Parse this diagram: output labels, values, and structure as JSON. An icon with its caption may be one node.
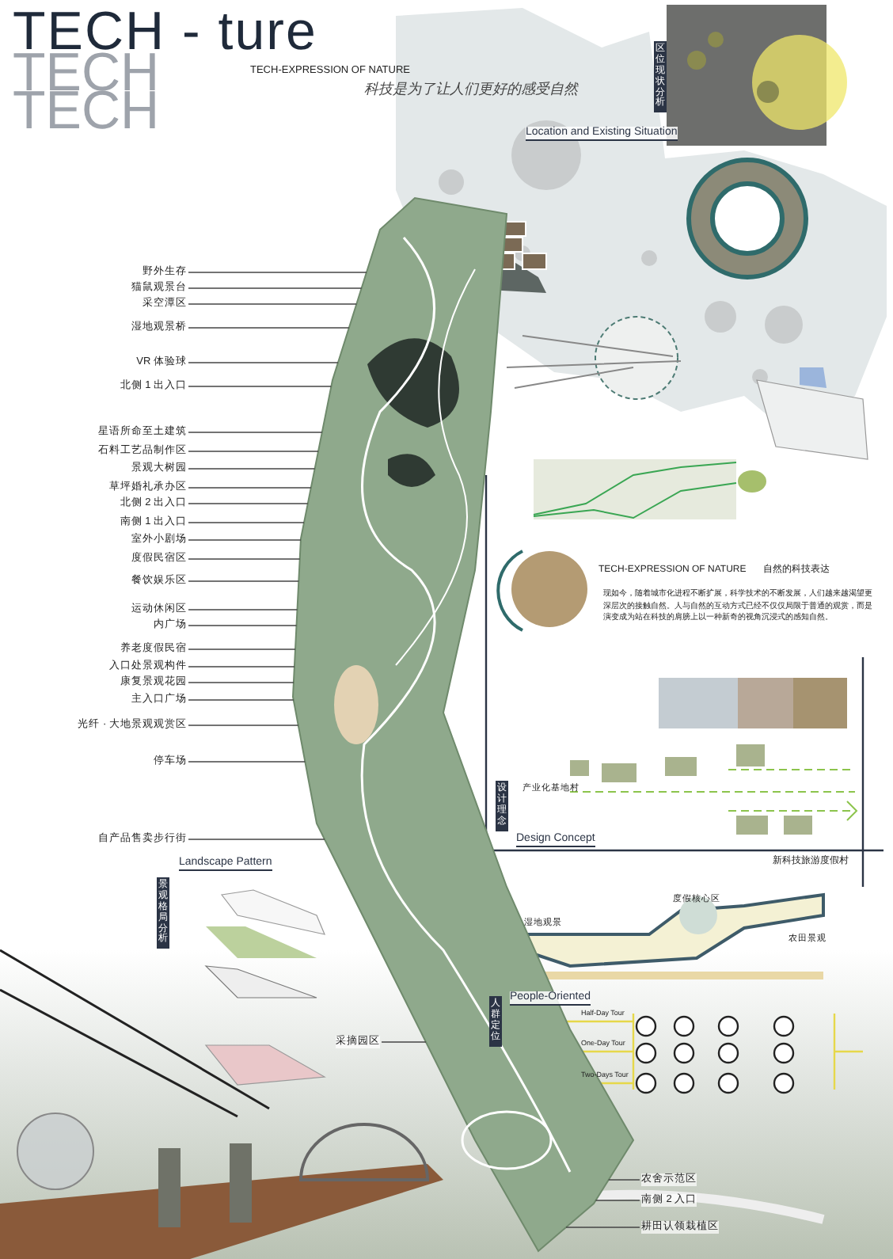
{
  "diagram": {
    "title": "TECH - ture",
    "nodes": [
      {
        "text": [],
        "shape": "picture"
      },
      {
        "text": [
          "野外生存"
        ]
      },
      {
        "text": [
          "猫鼠观景台"
        ]
      },
      {
        "text": [
          "采空潭区"
        ]
      },
      {
        "text": [
          "湿地观景桥"
        ]
      },
      {
        "text": [
          "VR 体验球"
        ]
      },
      {
        "text": [
          "北侧 1 出入口"
        ]
      },
      {
        "text": [
          "星语所命至土建筑"
        ]
      },
      {
        "text": [
          "石料工艺品制作区"
        ]
      },
      {
        "text": [
          "景观大树园"
        ]
      },
      {
        "text": [
          "草坪婚礼承办区"
        ]
      },
      {
        "text": [
          "北侧 2 出入口"
        ]
      },
      {
        "text": [
          "南侧 1 出入口"
        ]
      },
      {
        "text": [
          "室外小剧场"
        ]
      },
      {
        "text": [
          "度假民宿区"
        ]
      },
      {
        "text": [
          "餐饮娱乐区"
        ]
      },
      {
        "text": [
          "运动休闲区"
        ]
      },
      {
        "text": [
          "内广场"
        ]
      },
      {
        "text": [
          "养老度假民宿"
        ]
      },
      {
        "text": [
          "入口处景观构件"
        ]
      },
      {
        "text": [
          "康复景观花园"
        ]
      },
      {
        "text": [
          "主入口广场"
        ]
      },
      {
        "text": [
          "光纤 · 大地景观观赏区"
        ]
      },
      {
        "text": [
          "停车场"
        ]
      },
      {
        "text": [
          "自产品售卖步行街"
        ]
      },
      {
        "text": [
          "采摘园区"
        ]
      },
      {
        "text": [
          "农舍示范区"
        ]
      },
      {
        "text": [
          "南侧 2 入口"
        ]
      },
      {
        "text": [
          "耕田认领栽植区"
        ]
      }
    ],
    "edges": [
      {
        "from": 1,
        "to": 0,
        "arrow": "none"
      },
      {
        "from": 2,
        "to": 0,
        "arrow": "none"
      },
      {
        "from": 3,
        "to": 0,
        "arrow": "none"
      },
      {
        "from": 4,
        "to": 0,
        "arrow": "none"
      },
      {
        "from": 5,
        "to": 0,
        "arrow": "none"
      },
      {
        "from": 6,
        "to": 0,
        "arrow": "none"
      },
      {
        "from": 7,
        "to": 0,
        "arrow": "none"
      },
      {
        "from": 8,
        "to": 0,
        "arrow": "none"
      },
      {
        "from": 9,
        "to": 0,
        "arrow": "none"
      },
      {
        "from": 10,
        "to": 0,
        "arrow": "none"
      },
      {
        "from": 11,
        "to": 0,
        "arrow": "none"
      },
      {
        "from": 12,
        "to": 0,
        "arrow": "none"
      },
      {
        "from": 13,
        "to": 0,
        "arrow": "none"
      },
      {
        "from": 14,
        "to": 0,
        "arrow": "none"
      },
      {
        "from": 15,
        "to": 0,
        "arrow": "none"
      },
      {
        "from": 16,
        "to": 0,
        "arrow": "none"
      },
      {
        "from": 17,
        "to": 0,
        "arrow": "none"
      },
      {
        "from": 18,
        "to": 0,
        "arrow": "none"
      },
      {
        "from": 19,
        "to": 0,
        "arrow": "none"
      },
      {
        "from": 20,
        "to": 0,
        "arrow": "none"
      },
      {
        "from": 21,
        "to": 0,
        "arrow": "none"
      },
      {
        "from": 22,
        "to": 0,
        "arrow": "none"
      },
      {
        "from": 23,
        "to": 0,
        "arrow": "none"
      },
      {
        "from": 24,
        "to": 0,
        "arrow": "none"
      },
      {
        "from": 25,
        "to": 0,
        "arrow": "none"
      },
      {
        "from": 26,
        "to": 0,
        "arrow": "none"
      },
      {
        "from": 27,
        "to": 0,
        "arrow": "none"
      },
      {
        "from": 28,
        "to": 0,
        "arrow": "none"
      }
    ],
    "labels": [
      "TECH",
      "TECH",
      "TECH-EXPRESSION OF NATURE",
      "科技是为了让人们更好的感受自然",
      "区位现状分析",
      "Location and Existing Situation",
      "TECH-EXPRESSION OF NATURE",
      "自然的科技表达",
      "现如今，随着城市化进程不断扩展，科学技术的不断发展，人们越来越渴望更深层次的接触自然。人与自然的互动方式已经不仅仅局限于普通的观赏，而是演变成为站在科技的肩膀上以一种新奇的视角沉浸式的感知自然。",
      "产业化基地村",
      "设计理念",
      "Design Concept",
      "新科技旅游度假村",
      "湿地观景",
      "度假核心区",
      "农田景观",
      "景观格局分析",
      "Landscape Pattern",
      "人群定位",
      "People-Oriented",
      "Half-Day Tour",
      "One-Day Tour",
      "Two-Days Tour"
    ]
  }
}
